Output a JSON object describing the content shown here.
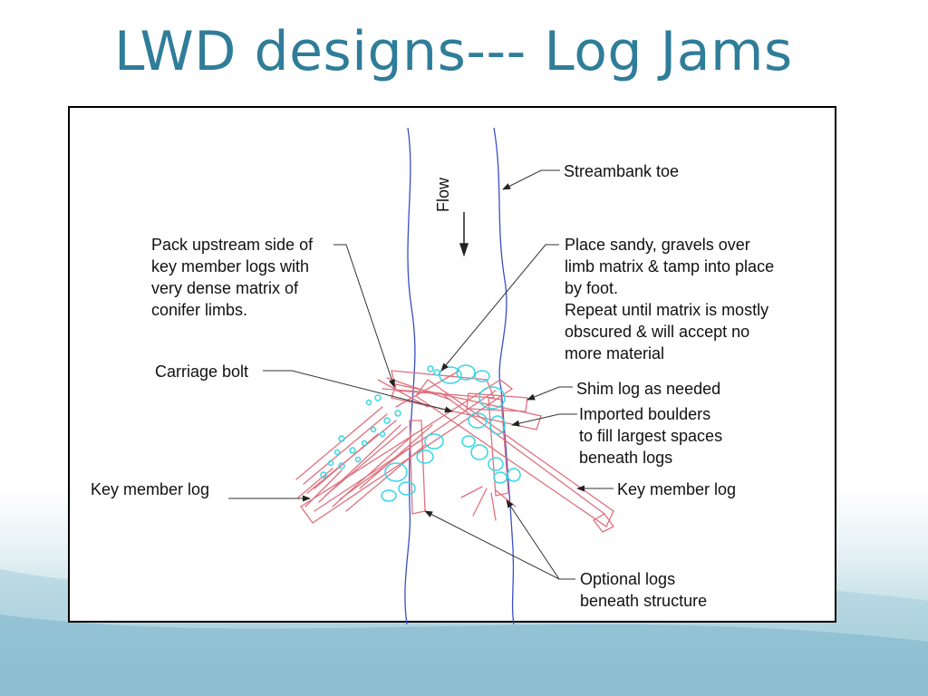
{
  "slide": {
    "title": "LWD designs--- Log Jams"
  },
  "diagram": {
    "flow_label": "Flow",
    "labels": {
      "streambank_toe": "Streambank toe",
      "pack_upstream": [
        "Pack upstream side of",
        "key member logs with",
        "very dense matrix of",
        "conifer limbs."
      ],
      "place_sandy": [
        "Place sandy, gravels over",
        "limb matrix & tamp into place",
        "by  foot.",
        "Repeat until matrix is mostly",
        "obscured & will accept no",
        "more material"
      ],
      "carriage_bolt": "Carriage bolt",
      "shim_log": "Shim log as needed",
      "imported_boulders": [
        "Imported boulders",
        "to fill largest spaces",
        "beneath logs"
      ],
      "key_member_log_left": "Key member log",
      "key_member_log_right": "Key member log",
      "optional_logs": [
        "Optional logs",
        "beneath structure"
      ]
    },
    "colors": {
      "logs": "#e0707e",
      "boulders": "#35d6e6",
      "stream": "#3b4fc4",
      "leader": "#333333"
    }
  }
}
